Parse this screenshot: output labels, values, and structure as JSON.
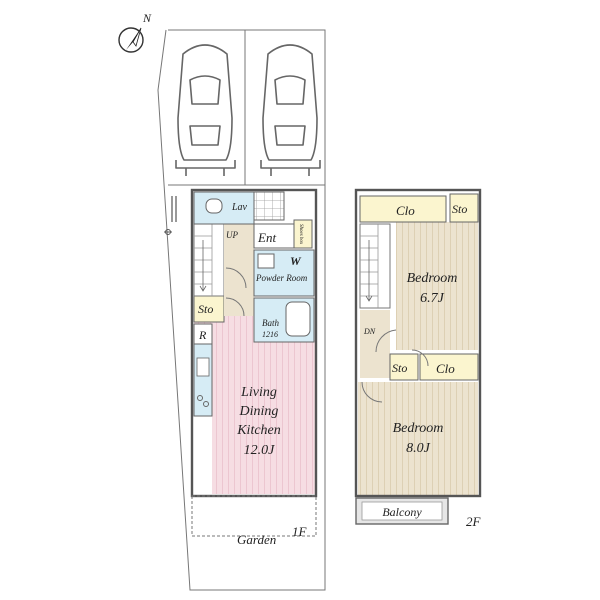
{
  "compass": {
    "north_label": "N",
    "icon": "compass-north-icon"
  },
  "floor1": {
    "floor_label": "1F",
    "rooms": {
      "lav": "Lav",
      "up": "UP",
      "ent": "Ent",
      "shoes_box": "Shoes box",
      "w": "W",
      "powder_room": "Powder Room",
      "bath": "Bath",
      "bath_size": "1216",
      "sto": "Sto",
      "r": "R",
      "ldk_1": "Living",
      "ldk_2": "Dining",
      "ldk_3": "Kitchen",
      "ldk_size": "12.0J"
    },
    "garden": "Garden",
    "parking_icon": "car-icon"
  },
  "floor2": {
    "floor_label": "2F",
    "rooms": {
      "clo_top": "Clo",
      "sto_top": "Sto",
      "bedroom_a": "Bedroom",
      "bedroom_a_size": "6.7J",
      "dn": "DN",
      "sto_mid": "Sto",
      "clo_mid": "Clo",
      "bedroom_b": "Bedroom",
      "bedroom_b_size": "8.0J"
    },
    "balcony": "Balcony"
  },
  "colors": {
    "ldk_floor": "#f6dde3",
    "ldk_stripe": "#e9bcc8",
    "bedroom_floor": "#ece3cf",
    "bedroom_stripe": "#d7c8a8",
    "wet_area": "#d6ecf5",
    "storage": "#fbf5cf",
    "stair": "#ffffff",
    "wall": "#555555",
    "balcony": "#e6e6e6"
  }
}
